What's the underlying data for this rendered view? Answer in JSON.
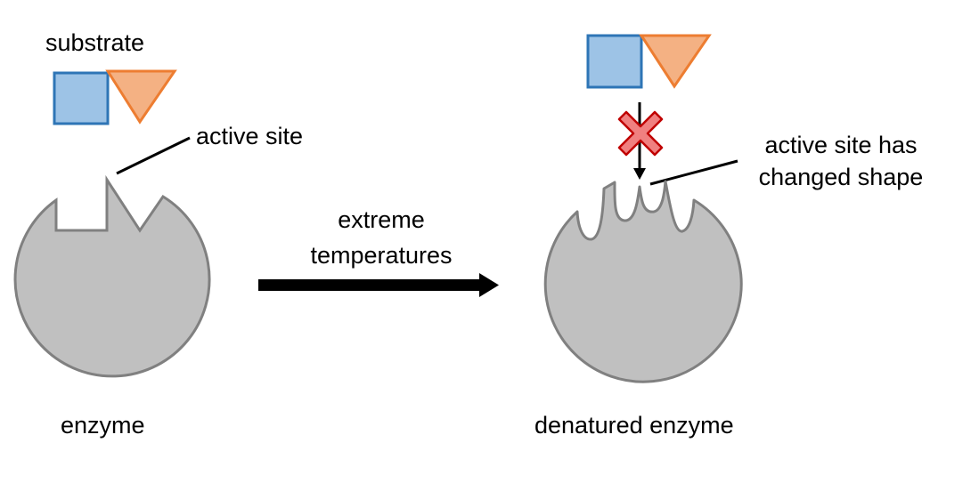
{
  "labels": {
    "substrate": "substrate",
    "active_site": "active site",
    "enzyme": "enzyme",
    "process_line1": "extreme",
    "process_line2": "temperatures",
    "changed_line1": "active site has",
    "changed_line2": "changed shape",
    "denatured_enzyme": "denatured enzyme"
  },
  "colors": {
    "enzyme_fill": "#c0c0c0",
    "enzyme_stroke": "#808080",
    "square_fill": "#9dc3e6",
    "square_stroke": "#2e75b6",
    "triangle_fill": "#f4b183",
    "triangle_stroke": "#ed7d31",
    "cross_fill": "#f08080",
    "cross_stroke": "#c00000",
    "arrow": "#000000"
  }
}
